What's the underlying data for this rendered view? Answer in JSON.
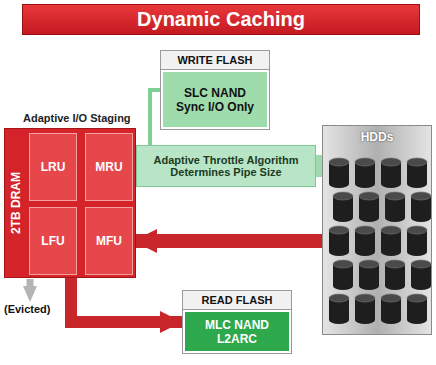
{
  "diagram": {
    "title": "Dynamic Caching",
    "nodes": [
      {
        "text": [
          "Adaptive I/O Staging",
          "2TB DRAM"
        ]
      },
      {
        "text": [
          "LRU"
        ],
        "in": 0
      },
      {
        "text": [
          "MRU"
        ],
        "in": 0
      },
      {
        "text": [
          "LFU"
        ],
        "in": 0
      },
      {
        "text": [
          "MFU"
        ],
        "in": 0
      },
      {
        "text": [
          "WRITE FLASH",
          "SLC NAND Sync I/O Only"
        ]
      },
      {
        "text": [
          "Adaptive Throttle Algorithm Determines Pipe Size"
        ]
      },
      {
        "text": [
          "HDDs"
        ]
      },
      {
        "text": [
          "READ FLASH",
          "MLC NAND L2ARC"
        ]
      }
    ],
    "edges": [
      {
        "from": 2,
        "to": 6,
        "arrow": "none"
      },
      {
        "from": 6,
        "to": 7,
        "arrow": "none"
      },
      {
        "from": 6,
        "to": 5,
        "arrow": "none"
      },
      {
        "from": 7,
        "to": 4,
        "arrow": "to"
      },
      {
        "from": 3,
        "to": 8,
        "arrow": "to"
      },
      {
        "from": 2,
        "to": 1,
        "arrow": "to"
      },
      {
        "from": 4,
        "to": 3,
        "arrow": "to"
      }
    ],
    "labels": [
      "(Evicted)"
    ]
  }
}
